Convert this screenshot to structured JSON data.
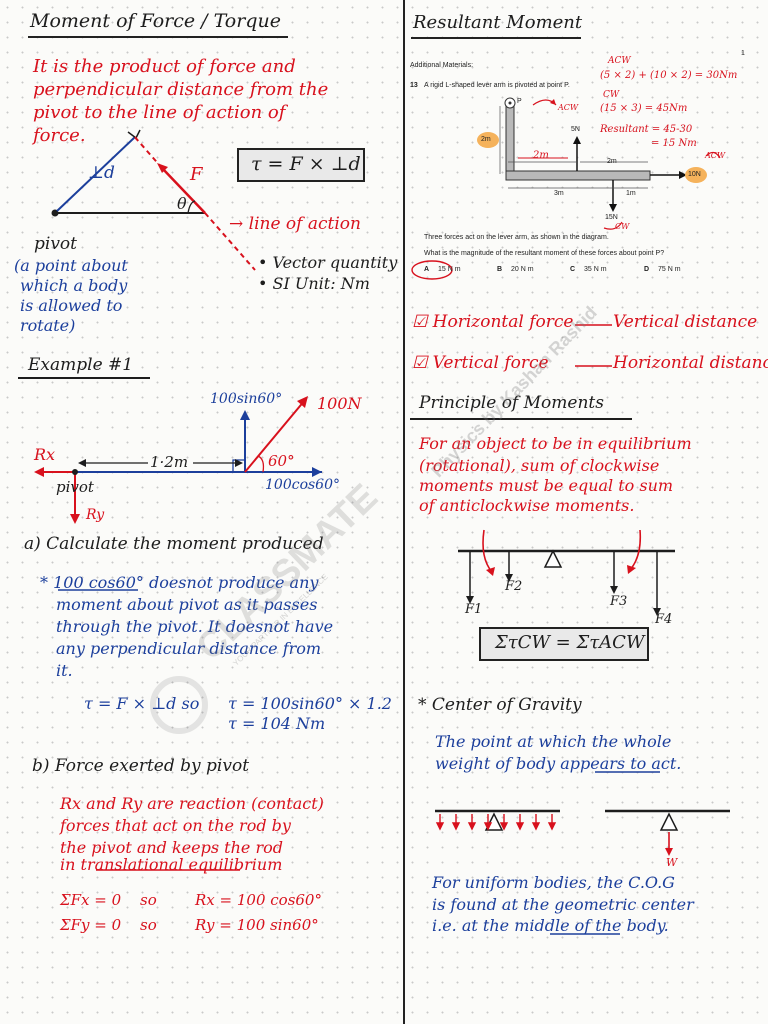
{
  "left": {
    "title": "Moment of Force / Torque",
    "definition": [
      "It is the product of force and",
      "perpendicular distance from the",
      "pivot to the line of action of",
      "force."
    ],
    "diagram": {
      "perp_label": "⊥d",
      "force_label": "F",
      "angle_label": "θ",
      "line_of_action": "→ line of action",
      "pivot_label": "pivot",
      "pivot_note": [
        "(a point about",
        "which a body",
        "is allowed to",
        "rotate)"
      ],
      "formula": "τ = F × ⊥d",
      "bullets": [
        "• Vector quantity",
        "• SI Unit: Nm"
      ]
    },
    "example": {
      "title": "Example #1",
      "up_label": "100sin60°",
      "force_label": "100N",
      "angle": "60°",
      "dist": "1·2m",
      "horiz_label": "100cos60°",
      "rx": "Rx",
      "ry": "Ry",
      "pivot": "pivot"
    },
    "qa": "a) Calculate the moment produced",
    "note_a": [
      "* 100 cos60° doesnot produce any",
      "moment about pivot as it passes",
      "through the pivot. It doesnot have",
      "any perpendicular distance from",
      "it."
    ],
    "calc": [
      "τ = F × ⊥d  so",
      "τ = 100sin60° × 1.2",
      "τ = 104 Nm"
    ],
    "qb": "b) Force exerted by pivot",
    "note_b": [
      "Rx and Ry are reaction (contact)",
      "forces that act on the rod by",
      "the pivot and keeps the rod",
      "in translational equilibrium"
    ],
    "eq": [
      [
        "ΣFx = 0",
        "so",
        "Rx = 100 cos60°"
      ],
      [
        "ΣFy = 0",
        "so",
        "Ry = 100 sin60°"
      ]
    ]
  },
  "right": {
    "title": "Resultant Moment",
    "question": {
      "additional": "Additional Materials:",
      "page_no": "1",
      "number": "13",
      "text": "A rigid L-shaped lever arm is pivoted at point P.",
      "caption": "Three forces act on the lever arm, as shown in the diagram.",
      "ask": "What is the magnitude of the resultant moment of these forces about point P?",
      "options": [
        {
          "letter": "A",
          "value": "15 N m"
        },
        {
          "letter": "B",
          "value": "20 N m"
        },
        {
          "letter": "C",
          "value": "35 N m"
        },
        {
          "letter": "D",
          "value": "75 N m"
        }
      ],
      "diagram": {
        "p": "P",
        "f5": "5N",
        "f15": "15N",
        "f10": "10N",
        "v2m": "2m",
        "h2m": "2m",
        "h3m": "3m",
        "h1m": "1m"
      }
    },
    "hand": {
      "acw_label": "ACW",
      "acw_calc": "(5 × 2) + (10 × 2) = 30Nm",
      "cw_label": "CW",
      "cw_calc": "(15 × 3) = 45Nm",
      "resultant": "Resultant = 45-30",
      "resultant2": "= 15 Nm",
      "acw_small": "ACW",
      "acw_top": "ACW",
      "cw_small": "CW",
      "red_2m": "2m"
    },
    "checks": [
      [
        "☑ Horizontal force",
        "Vertical distance"
      ],
      [
        "☑ Vertical force",
        "Horizontal distance"
      ]
    ],
    "principle_title": "Principle of Moments",
    "principle": [
      "For an object to be in equilibrium",
      "(rotational), sum of clockwise",
      "moments must be equal to sum",
      "of anticlockwise moments."
    ],
    "forces": [
      "F1",
      "F2",
      "F3",
      "F4"
    ],
    "principle_eq": "ΣτCW = ΣτACW",
    "cog_title": "* Center of Gravity",
    "cog": [
      "The point at which the whole",
      "weight of body appears to act."
    ],
    "cog_w": "W",
    "uniform": [
      "For uniform bodies, the C.O.G",
      "is found at the geometric center",
      "i.e. at the middle of the body."
    ]
  },
  "watermark": {
    "brand": "CLASSMATE",
    "tagline": "YOUR PARTNER IN EXCELLENCE",
    "author": "Physics by Kashan Rashid"
  }
}
